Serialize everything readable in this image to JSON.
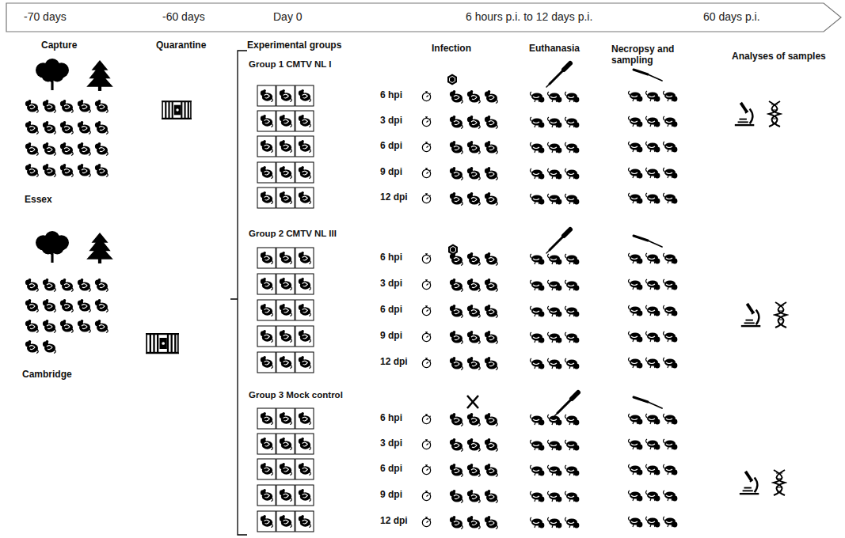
{
  "diagram": {
    "nodes": [
      {
        "text": [
          "-70 days",
          "-60 days",
          "Day 0",
          "6 hours p.i. to 12 days p.i.",
          "60 days p.i."
        ]
      }
    ],
    "labels": [
      "Capture",
      "Quarantine",
      "Experimental groups",
      "Infection",
      "Euthanasia",
      "Necropsy and sampling",
      "Analyses of samples",
      "Essex",
      "Cambridge",
      "Group 1 CMTV NL I",
      "6 hpi",
      "3 dpi",
      "6 dpi",
      "9 dpi",
      "12 dpi",
      "Group 2 CMTV NL III",
      "6 hpi",
      "3 dpi",
      "6 dpi",
      "9 dpi",
      "12 dpi",
      "Group 3 Mock control",
      "6 hpi",
      "3 dpi",
      "6 dpi",
      "9 dpi",
      "12 dpi"
    ]
  }
}
